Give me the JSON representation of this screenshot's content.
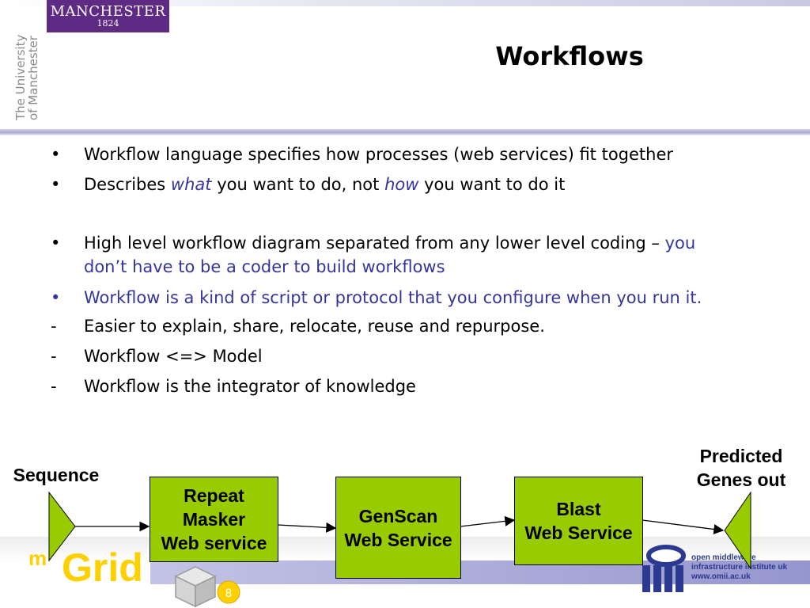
{
  "header": {
    "logo_word": "MANCHESTER",
    "logo_year": "1824",
    "university_line1": "The University",
    "university_line2": "of Manchester",
    "title": "Workflows"
  },
  "bullets": [
    {
      "marker": "•",
      "text": "Workflow language specifies how processes (web services) fit together"
    },
    {
      "marker": "•",
      "pre": "Describes ",
      "em1": "what",
      "mid": " you want to do, not ",
      "em2": "how",
      "post": " you want to do it"
    },
    {
      "marker": "•",
      "line1_black": "High level workflow diagram separated from any lower level coding – ",
      "line1_blue": "you",
      "line2_blue": "don’t have to be a coder to build workflows"
    },
    {
      "marker": "•",
      "text": "Workflow is a kind of script or protocol that you configure when you run it."
    },
    {
      "marker": "-",
      "text": "Easier to explain, share, relocate, reuse and repurpose."
    },
    {
      "marker": "-",
      "text": "Workflow <=> Model"
    },
    {
      "marker": "-",
      "text": "Workflow is the integrator of knowledge"
    }
  ],
  "diagram": {
    "input_label": "Sequence",
    "output_label_line1": "Predicted",
    "output_label_line2": "Genes out",
    "steps": [
      {
        "line1": "Repeat",
        "line2": "Masker",
        "line3": "Web service"
      },
      {
        "line1": "GenScan",
        "line2": "Web Service"
      },
      {
        "line1": "Blast",
        "line2": "Web Service"
      }
    ]
  },
  "footer": {
    "mgrid_prefix": "m",
    "mgrid_word": "Grid",
    "omii_line1": "open middleware",
    "omii_line2": "infrastructure institute uk",
    "omii_line3": "www.omii.ac.uk"
  },
  "colors": {
    "box_fill": "#99cc00",
    "accent_blue": "#3535a0",
    "logo_purple": "#5e2a84",
    "mgrid_yellow": "#ffd000"
  }
}
